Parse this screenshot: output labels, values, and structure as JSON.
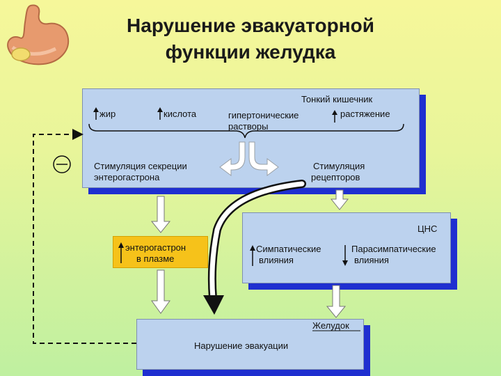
{
  "title": {
    "line1": "Нарушение эвакуаторной",
    "line2": "функции желудка"
  },
  "small_intestine": {
    "header": "Тонкий кишечник",
    "items": [
      "жир",
      "кислота",
      "гипертонические",
      "растворы",
      "растяжение"
    ],
    "left_effect": [
      "Стимуляция секреции",
      "энтерогастрона"
    ],
    "right_effect": [
      "Стимуляция",
      "рецепторов"
    ]
  },
  "plasma": {
    "line1": "энтерогастрон",
    "line2": "в плазме"
  },
  "cns": {
    "header": "ЦНС",
    "sympathetic": [
      "Симпатические",
      "влияния"
    ],
    "parasympathetic": [
      "Парасимпатические",
      "влияния"
    ]
  },
  "stomach": {
    "header": "Желудок",
    "result": "Нарушение эвакуации"
  },
  "icons": [
    "stomach-icon",
    "minus-circle-icon",
    "up-arrow-icon",
    "down-arrow-icon"
  ],
  "colors": {
    "box_fill": "#bcd2ee",
    "box_shadow": "#1f2fd0",
    "plasma_fill": "#f6c21a"
  }
}
